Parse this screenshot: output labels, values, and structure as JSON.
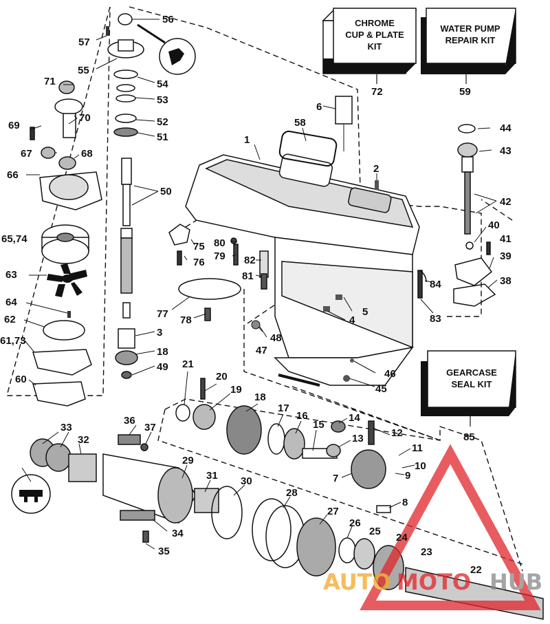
{
  "kits": {
    "chrome": {
      "line1": "CHROME",
      "line2": "CUP & PLATE",
      "line3": "KIT",
      "ref": "72"
    },
    "water_pump": {
      "line1": "WATER PUMP",
      "line2": "REPAIR KIT",
      "ref": "59"
    },
    "gearcase": {
      "line1": "GEARCASE",
      "line2": "SEAL KIT",
      "ref": "85"
    }
  },
  "labels": {
    "l1": "1",
    "l2": "2",
    "l3": "3",
    "l4": "4",
    "l5": "5",
    "l6": "6",
    "l7": "7",
    "l8": "8",
    "l9": "9",
    "l10": "10",
    "l11": "11",
    "l12": "12",
    "l13": "13",
    "l14": "14",
    "l15": "15",
    "l16": "16",
    "l17": "17",
    "l18a": "18",
    "l18b": "18",
    "l19": "19",
    "l20": "20",
    "l21": "21",
    "l22": "22",
    "l23": "23",
    "l24": "24",
    "l25": "25",
    "l26": "26",
    "l27": "27",
    "l28": "28",
    "l29": "29",
    "l30": "30",
    "l31": "31",
    "l32": "32",
    "l33": "33",
    "l34": "34",
    "l35": "35",
    "l36": "36",
    "l37": "37",
    "l38": "38",
    "l39": "39",
    "l40": "40",
    "l41": "41",
    "l42": "42",
    "l43": "43",
    "l44": "44",
    "l45": "45",
    "l46": "46",
    "l47": "47",
    "l48": "48",
    "l49": "49",
    "l50": "50",
    "l51": "51",
    "l52": "52",
    "l53": "53",
    "l54": "54",
    "l55": "55",
    "l56": "56",
    "l57": "57",
    "l58": "58",
    "l60": "60",
    "l61": "61,73",
    "l62": "62",
    "l63": "63",
    "l64": "64",
    "l65": "65,74",
    "l66": "66",
    "l67": "67",
    "l68": "68",
    "l69": "69",
    "l70": "70",
    "l71": "71",
    "l75": "75",
    "l76": "76",
    "l77": "77",
    "l78": "78",
    "l79": "79",
    "l80": "80",
    "l81": "81",
    "l82": "82",
    "l83": "83",
    "l84": "84"
  },
  "watermark": {
    "text_auto": "AUTO",
    "text_moto": "MOTO",
    "text_hub": "HUB",
    "color_red": "#e0262b",
    "color_orange": "#f5a623",
    "color_gray": "#888888"
  }
}
